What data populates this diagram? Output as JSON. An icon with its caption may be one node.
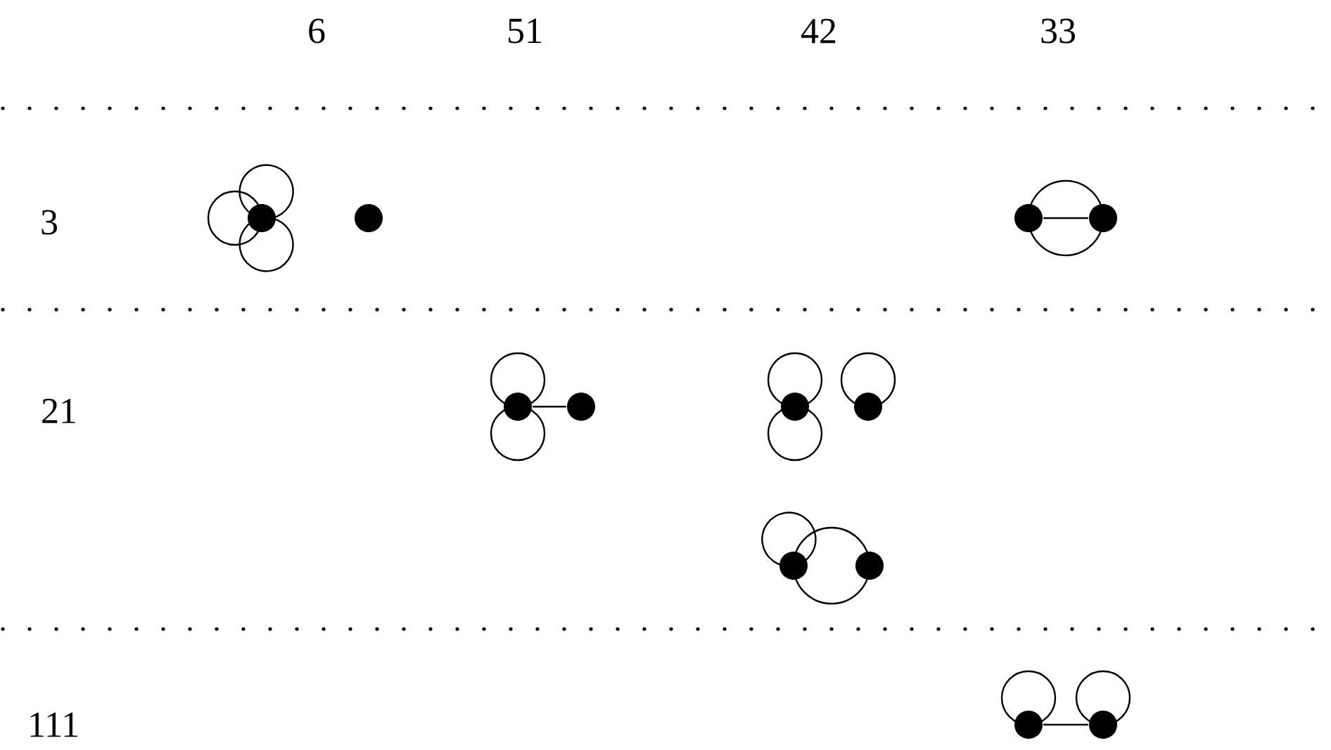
{
  "diagram": {
    "nodes": [
      {
        "text": [],
        "shape": "circle"
      },
      {
        "text": [],
        "shape": "circle"
      },
      {
        "text": [],
        "shape": "circle"
      },
      {
        "text": [],
        "shape": "circle"
      },
      {
        "text": [],
        "shape": "circle"
      },
      {
        "text": [],
        "shape": "circle"
      },
      {
        "text": [],
        "shape": "circle"
      },
      {
        "text": [],
        "shape": "circle"
      },
      {
        "text": [],
        "shape": "circle"
      },
      {
        "text": [],
        "shape": "circle"
      },
      {
        "text": [],
        "shape": "circle"
      },
      {
        "text": [],
        "shape": "circle"
      }
    ],
    "edges": [
      {
        "from": 0,
        "to": 0,
        "arrow": "none"
      },
      {
        "from": 0,
        "to": 0,
        "arrow": "none"
      },
      {
        "from": 0,
        "to": 0,
        "arrow": "none"
      },
      {
        "from": 2,
        "to": 3,
        "arrow": "none"
      },
      {
        "from": 2,
        "to": 3,
        "arrow": "none"
      },
      {
        "from": 2,
        "to": 3,
        "arrow": "none"
      },
      {
        "from": 4,
        "to": 4,
        "arrow": "none"
      },
      {
        "from": 4,
        "to": 4,
        "arrow": "none"
      },
      {
        "from": 4,
        "to": 5,
        "arrow": "none"
      },
      {
        "from": 6,
        "to": 6,
        "arrow": "none"
      },
      {
        "from": 6,
        "to": 6,
        "arrow": "none"
      },
      {
        "from": 7,
        "to": 7,
        "arrow": "none"
      },
      {
        "from": 8,
        "to": 8,
        "arrow": "none"
      },
      {
        "from": 8,
        "to": 9,
        "arrow": "none"
      },
      {
        "from": 8,
        "to": 9,
        "arrow": "none"
      },
      {
        "from": 10,
        "to": 10,
        "arrow": "none"
      },
      {
        "from": 11,
        "to": 11,
        "arrow": "none"
      },
      {
        "from": 10,
        "to": 11,
        "arrow": "none"
      }
    ],
    "labels": [
      "6",
      "51",
      "42",
      "33",
      "3",
      "21",
      "111"
    ]
  }
}
